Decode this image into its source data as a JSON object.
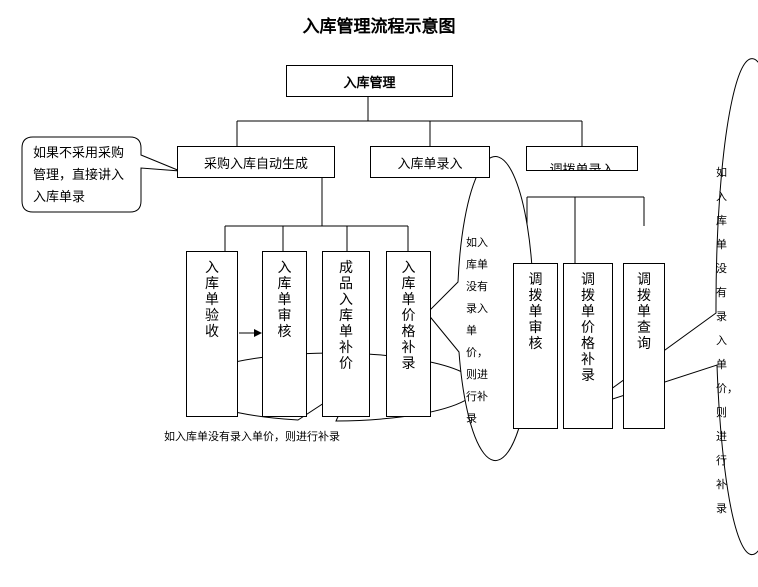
{
  "title": "入库管理流程示意图",
  "nodes": {
    "root": "入库管理",
    "purchase_auto": "采购入库自动生成",
    "stock_in_entry": "入库单录入",
    "transfer_entry": "调拨单录入",
    "stock_in_inspection": "入库单验收",
    "stock_in_review": "入库单审核",
    "finished_goods_price": "成品入库单补价",
    "stock_in_price_entry": "入库单价格补录",
    "transfer_review": "调拨单审核",
    "transfer_price_entry": "调拨单价格补录",
    "transfer_query": "调拨单查询"
  },
  "callouts": {
    "left_note": "如果不采用采购管理，直接讲入入库单录",
    "bottom_note": "如入库单没有录入单价，则进行补录",
    "middle_note": "如入库单没有录入单价，则进行补录",
    "right_note": "如入库单没有录入单价，则进行补录"
  }
}
